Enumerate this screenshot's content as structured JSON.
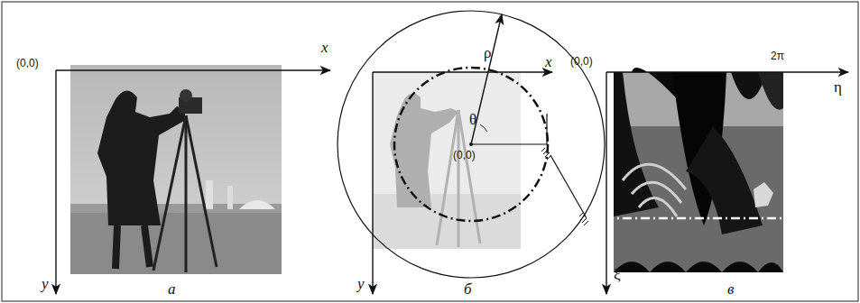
{
  "diagram": {
    "labels": [
      "(0,0)",
      "x",
      "y",
      "а",
      "ρ",
      "x",
      "θ",
      "(0,0)",
      "y",
      "б",
      "(0,0)",
      "2π",
      "η",
      "ξ",
      "в"
    ]
  }
}
